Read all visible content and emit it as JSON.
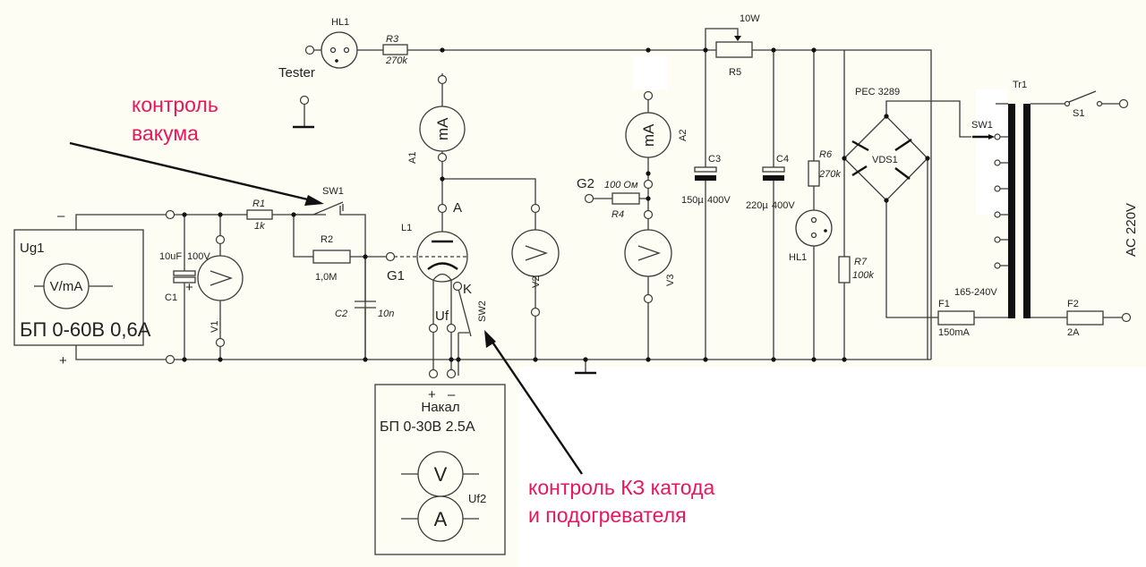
{
  "annotations": {
    "vacuum_control": [
      "контроль",
      "вакума"
    ],
    "short_control": [
      "контроль КЗ катода",
      "и подогревателя"
    ]
  },
  "grid_supply": {
    "label": "Ug1",
    "meter": "V/mA",
    "spec": "БП 0-60В 0,6А",
    "minus": "–",
    "plus": "+"
  },
  "heater_supply": {
    "plus": "+",
    "minus": "–",
    "title": "Накал",
    "spec": "БП 0-30В 2.5А",
    "meter_v": "V",
    "meter_a": "A",
    "label": "Uf2"
  },
  "components": {
    "C1": {
      "name": "C1",
      "value": "10uF",
      "voltage": "100V",
      "plus": "+"
    },
    "V1": "V1",
    "R1": {
      "name": "R1",
      "value": "1k"
    },
    "SW1_vac": "SW1",
    "R2": {
      "name": "R2",
      "value": "1,0M"
    },
    "C2": {
      "name": "C2",
      "value": "10n"
    },
    "G1": "G1",
    "L1": "L1",
    "anode": "A",
    "cathode": "K",
    "Uf": "Uf",
    "SW2": "SW2",
    "V2": "V2",
    "HL1_tester": "HL1",
    "tester": "Tester",
    "R3": {
      "name": "R3",
      "value": "270k"
    },
    "A1": {
      "name": "A1",
      "unit": "mA"
    },
    "A2": {
      "name": "A2",
      "unit": "mA"
    },
    "G2": "G2",
    "R4": {
      "name": "R4",
      "value": "100 Ом"
    },
    "V3": "V3",
    "R5": {
      "name": "R5",
      "power": "10W"
    },
    "C3": {
      "name": "C3",
      "value": "150µ",
      "voltage": "400V"
    },
    "C4": {
      "name": "C4",
      "value": "220µ",
      "voltage": "400V"
    },
    "R6": {
      "name": "R6",
      "value": "270k"
    },
    "HL1_ind": "HL1",
    "R7": {
      "name": "R7",
      "value": "100k"
    },
    "bridge": {
      "part": "PEC 3289",
      "name": "VDS1"
    },
    "SW1_tap": "SW1",
    "Tr1": "Tr1",
    "tap_range": "165-240V",
    "F1": {
      "name": "F1",
      "value": "150mA"
    },
    "F2": {
      "name": "F2",
      "value": "2A"
    },
    "S1": "S1",
    "mains": "AC 220V"
  },
  "meter_symbols": {
    "volt": ">",
    "ma": "mA"
  }
}
